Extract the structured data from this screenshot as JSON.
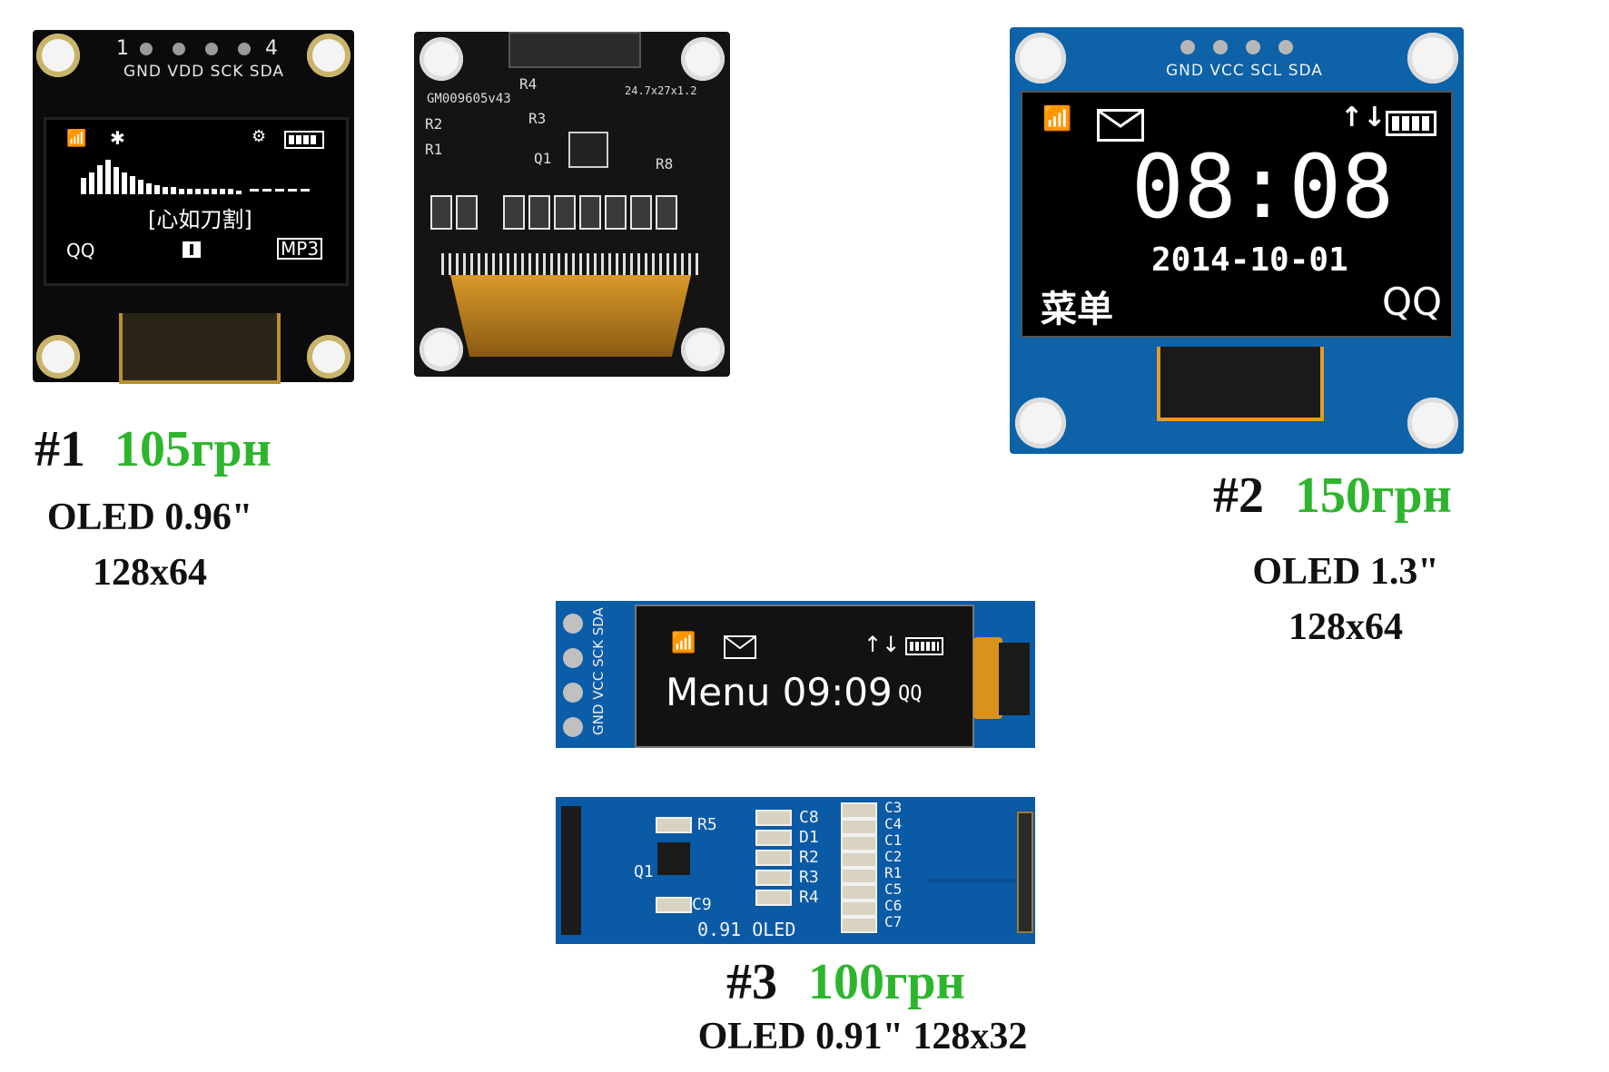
{
  "items": [
    {
      "number": "#1",
      "price": "105грн",
      "spec_line1": "OLED  0.96\"",
      "spec_line2": "128x64",
      "module": {
        "pins": [
          "1",
          "4"
        ],
        "pin_labels": "GND VDD SCK SDA",
        "screen": {
          "eq_title": "[心如刀割]",
          "left_label": "QQ",
          "right_label": "MP3"
        }
      },
      "back": {
        "labels": [
          "GM009605v43",
          "R4",
          "R2",
          "R3",
          "R1",
          "Q1",
          "R8",
          "24.7x27x1.2"
        ]
      }
    },
    {
      "number": "#2",
      "price": "150грн",
      "spec_line1": "OLED  1.3\"",
      "spec_line2": "128x64",
      "module": {
        "pin_labels": "GND VCC SCL SDA",
        "screen": {
          "time": "08:08",
          "date": "2014-10-01",
          "left_label": "菜单",
          "right_label": "QQ"
        }
      }
    },
    {
      "number": "#3",
      "price": "100грн",
      "spec_line": "OLED  0.91\"  128x32",
      "module": {
        "pin_labels": "GND VCC SCK SDA",
        "screen": {
          "menu_text": "Menu 09:09",
          "right_label": "QQ"
        }
      },
      "back": {
        "labels_left": [
          "R5",
          "Q1",
          "C9"
        ],
        "labels_mid": [
          "C8",
          "D1",
          "R2",
          "R3",
          "R4"
        ],
        "labels_right": [
          "C3",
          "C4",
          "C1",
          "C2",
          "R1",
          "C5",
          "C6",
          "C7"
        ],
        "board_text": "0.91 OLED"
      }
    }
  ],
  "colors": {
    "price": "#2db52d",
    "label": "#111111",
    "pcb_blue": "#0d62a8",
    "pcb_black": "#0b0b0b"
  }
}
